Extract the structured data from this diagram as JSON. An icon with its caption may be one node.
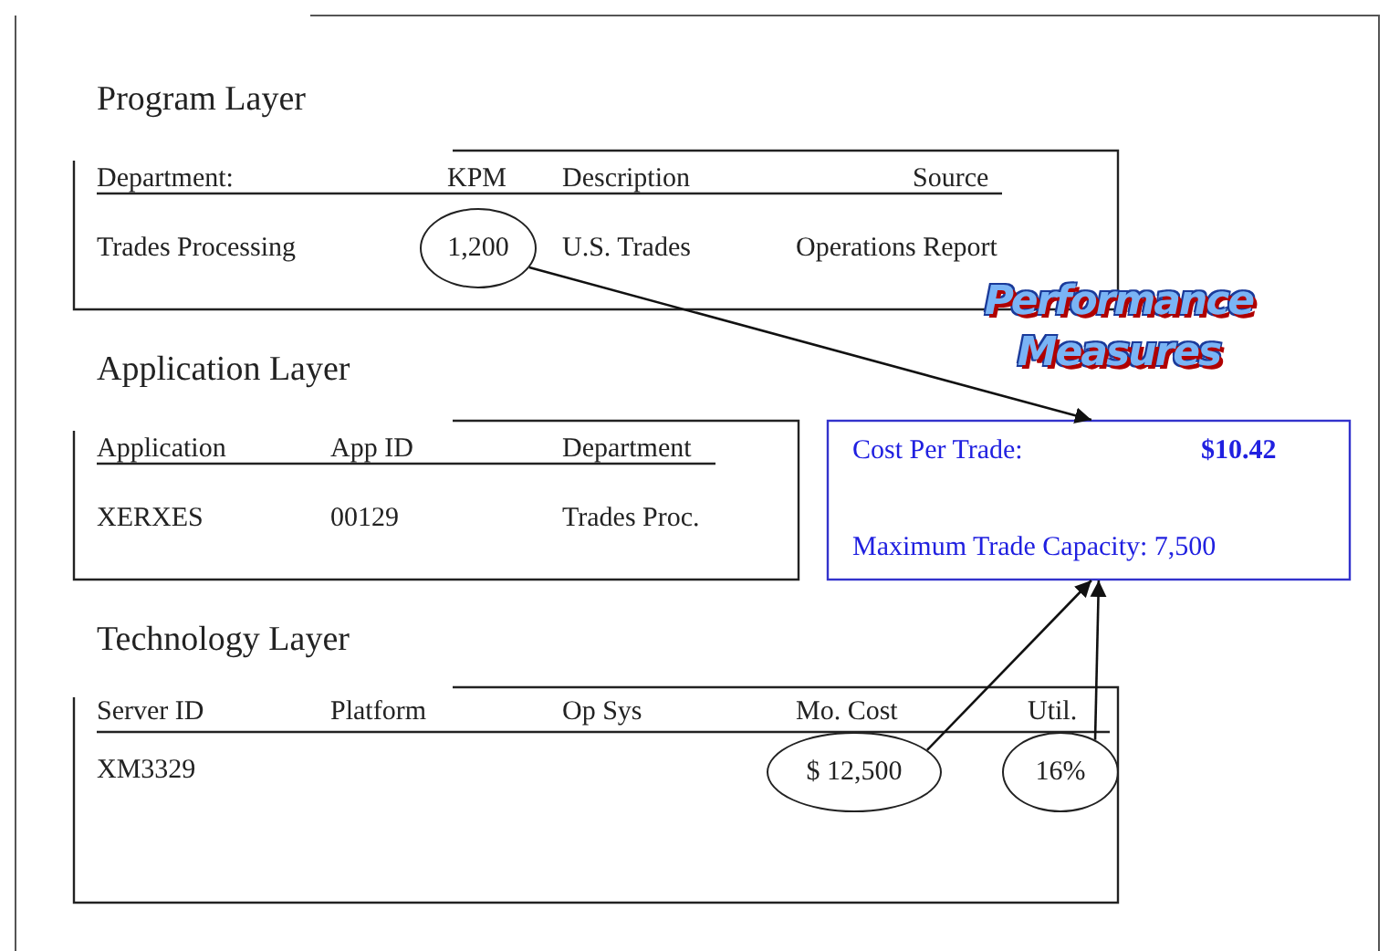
{
  "diagram": {
    "nodes": [
      {
        "text": [
          "Program Layer"
        ]
      },
      {
        "text": [
          "1,200"
        ],
        "in": 0
      },
      {
        "text": [
          "Application Layer"
        ]
      },
      {
        "text": [
          "Performance Measures",
          "Cost Per Trade:",
          "$10.42",
          "Maximum Trade Capacity: 7,500"
        ]
      },
      {
        "text": [
          "Technology Layer"
        ]
      },
      {
        "text": [
          "$ 12,500"
        ],
        "in": 4
      },
      {
        "text": [
          "16%"
        ],
        "in": 4
      }
    ],
    "edges": [
      {
        "from": 1,
        "to": 3,
        "arrow": "to"
      },
      {
        "from": 5,
        "to": 3,
        "arrow": "to"
      },
      {
        "from": 6,
        "to": 3,
        "arrow": "to"
      }
    ],
    "labels": [
      "Department:",
      "KPM",
      "Description",
      "Source",
      "Trades Processing",
      "U.S. Trades",
      "Operations Report",
      "Application",
      "App ID",
      "Department",
      "XERXES",
      "00129",
      "Trades Proc.",
      "Server ID",
      "Platform",
      "Op Sys",
      "Mo. Cost",
      "Util.",
      "XM3329"
    ]
  }
}
